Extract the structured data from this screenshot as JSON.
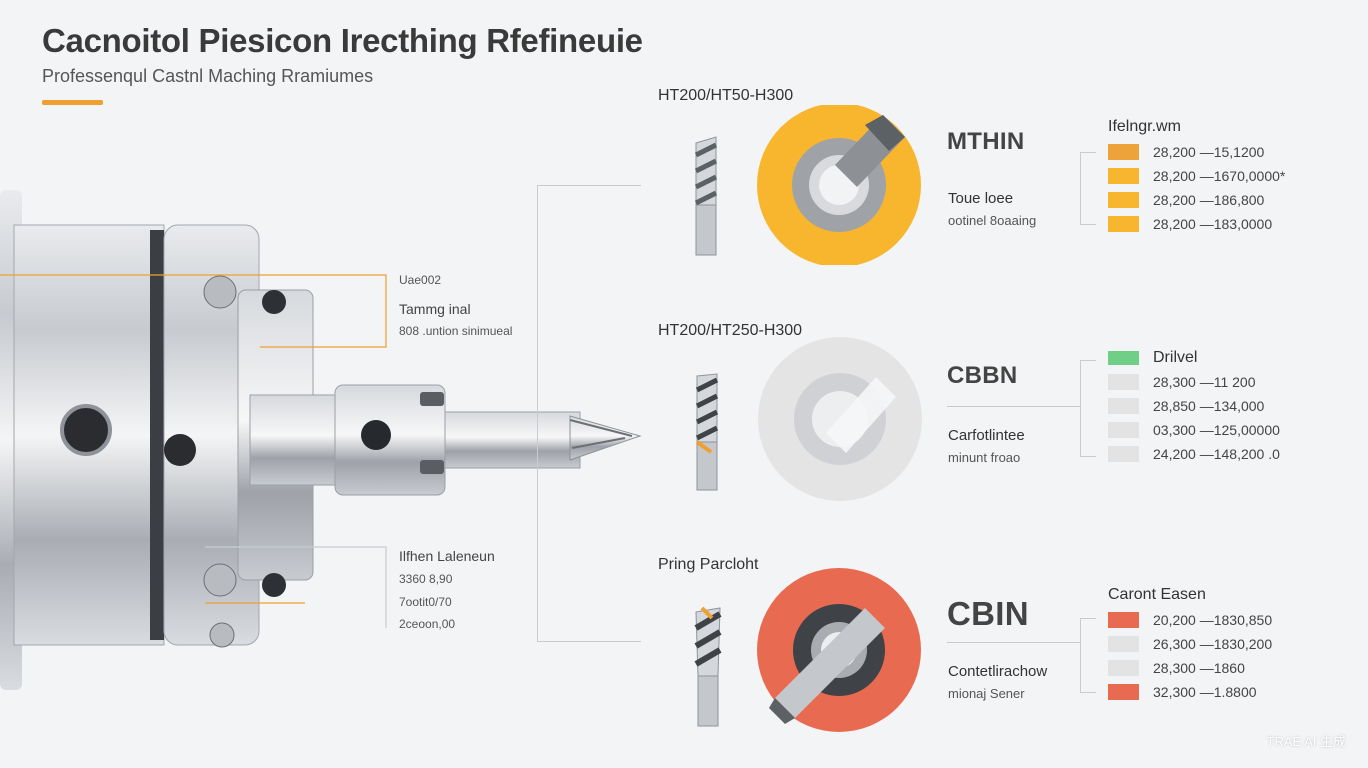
{
  "header": {
    "title": "Cacnoitol Piesicon Irecthing Rfefineuie",
    "subtitle": "Professenqul Castnl Maching Rramiumes"
  },
  "callouts": {
    "top": {
      "lines": [
        "Uae002",
        "Tammg inal",
        "808 .untion sinimueal"
      ]
    },
    "bottom": {
      "lines": [
        "Ilfhen Laleneun",
        "3360 8,90",
        "7ootit0/70",
        "2ceoon,00"
      ]
    }
  },
  "rows": [
    {
      "label": "HT200/HT50-H300",
      "material": "MTHIN",
      "caption_main": "Toue loee",
      "caption_sub": "ootinel 8oaaing",
      "ring_color": "#f7b62d",
      "legend": {
        "title": "Ifelngr.wm",
        "items": [
          {
            "text": "28,200 —15,1200",
            "color": "#eea33a"
          },
          {
            "text": "28,200 —1670,0000*",
            "color": "#f7b62d"
          },
          {
            "text": "28,200 —186,800",
            "color": "#f7b62d"
          },
          {
            "text": "28,200 —183,0000",
            "color": "#f7b62d"
          }
        ]
      }
    },
    {
      "label": "HT200/HT250-H300",
      "material": "CBBN",
      "caption_main": "Carfotlintee",
      "caption_sub": "minunt froao",
      "ring_color": "#e4e4e4",
      "legend": {
        "title": "Drilvel",
        "items": [
          {
            "text": "28,300 —11 200",
            "color": "#6fcf86"
          },
          {
            "text": "28,850 —134,000",
            "color": "#e3e3e3"
          },
          {
            "text": "03,300 —125,00000",
            "color": "#e3e3e3"
          },
          {
            "text": "24,200 —148,200 .0",
            "color": "#e3e3e3"
          }
        ]
      }
    },
    {
      "label": "Pring Parcloht",
      "material": "CBIN",
      "caption_main": "Contetlirachow",
      "caption_sub": "mionaj Sener",
      "ring_color": "#e86a50",
      "legend": {
        "title": "Caront Easen",
        "items": [
          {
            "text": "20,200 —1830,850",
            "color": "#e86a50"
          },
          {
            "text": "26,300 —1830,200",
            "color": "#e3e3e3"
          },
          {
            "text": "28,300 —1860",
            "color": "#e3e3e3"
          },
          {
            "text": "32,300 —1.8800",
            "color": "#e86a50"
          }
        ]
      }
    }
  ],
  "watermark": "TRAE AI 生成"
}
